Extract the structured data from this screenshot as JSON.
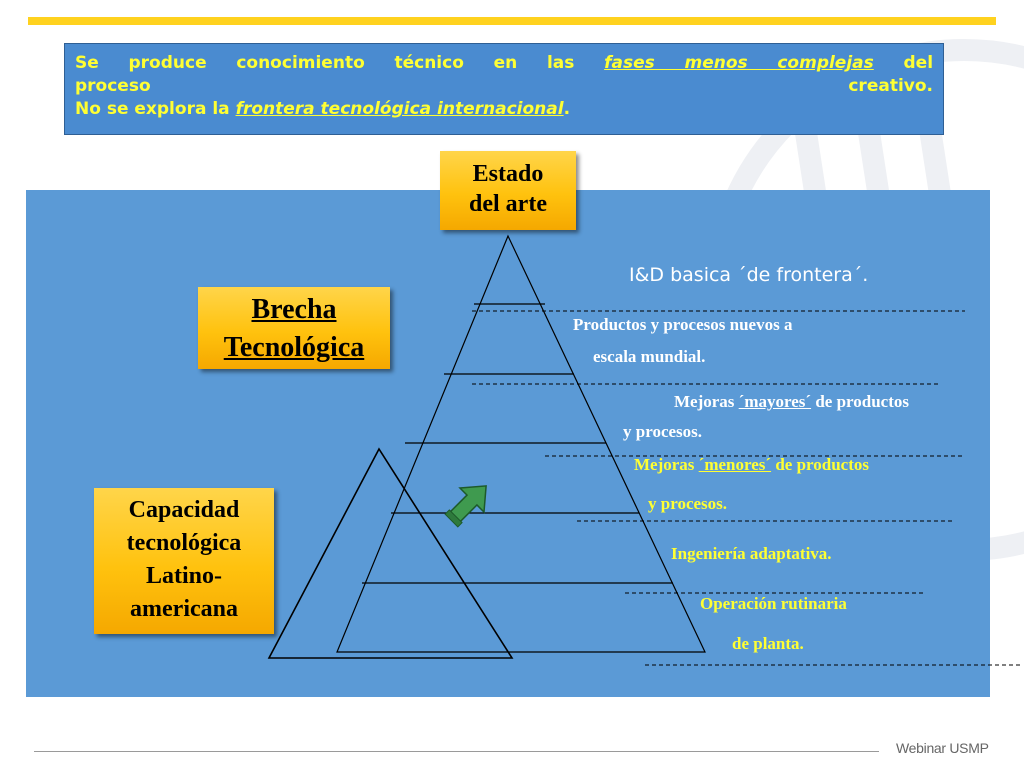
{
  "header": {
    "line1_pre": "Se produce conocimiento técnico en las",
    "line1_em": "fases menos complejas",
    "line1_post": "del",
    "line2_pre": "proceso",
    "line2_post": "creativo.",
    "line3_pre": "No se explora la",
    "line3_em": "frontera tecnológica internacional",
    "line3_post": "."
  },
  "boxes": {
    "estado": [
      "Estado",
      "del arte"
    ],
    "brecha": [
      "Brecha",
      "Tecnológica"
    ],
    "capacidad": [
      "Capacidad",
      "tecnológica",
      "Latino-",
      "americana"
    ]
  },
  "levels": {
    "l1": "I&D basica ´de frontera´.",
    "l2a": "Productos y procesos nuevos a",
    "l2b": "escala mundial.",
    "l3a_pre": "Mejoras",
    "l3a_em": "´mayores´",
    "l3a_post": "de productos",
    "l3b": "y procesos.",
    "l4a_pre": "Mejoras",
    "l4a_em": "´menores´",
    "l4a_post": "de productos",
    "l4b": "y procesos.",
    "l5": "Ingeniería adaptativa.",
    "l6a": "Operación rutinaria",
    "l6b": "de planta."
  },
  "footer": {
    "brand": "Webinar USMP"
  },
  "colors": {
    "panel": "#5b9ad6",
    "header_bg": "#4a8bd0",
    "yellow_text": "#ffff33",
    "orange": "#ffc20e",
    "bar": "#ffd21f",
    "arrow": "#3f9a4f"
  }
}
